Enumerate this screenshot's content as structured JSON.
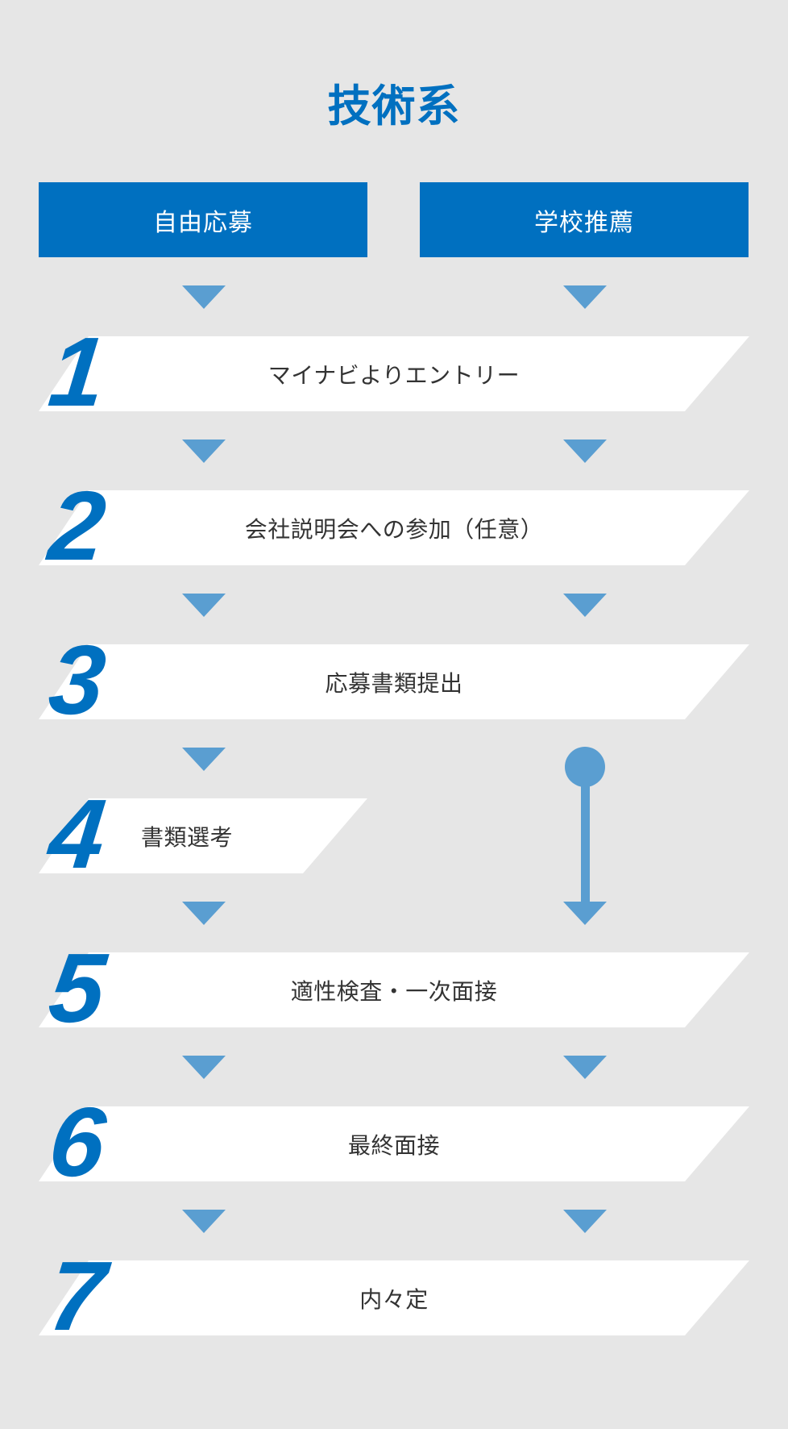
{
  "title": "技術系",
  "routes": {
    "free": "自由応募",
    "school": "学校推薦"
  },
  "steps": [
    {
      "number": "1",
      "label": "マイナビよりエントリー"
    },
    {
      "number": "2",
      "label": "会社説明会への参加（任意）"
    },
    {
      "number": "3",
      "label": "応募書類提出"
    },
    {
      "number": "4",
      "label": "書類選考"
    },
    {
      "number": "5",
      "label": "適性検査・一次面接"
    },
    {
      "number": "6",
      "label": "最終面接"
    },
    {
      "number": "7",
      "label": "内々定"
    }
  ],
  "colors": {
    "accent": "#0070c0",
    "arrow": "#5a9ed1",
    "background": "#e6e6e6",
    "bar": "#ffffff",
    "text": "#333333"
  }
}
